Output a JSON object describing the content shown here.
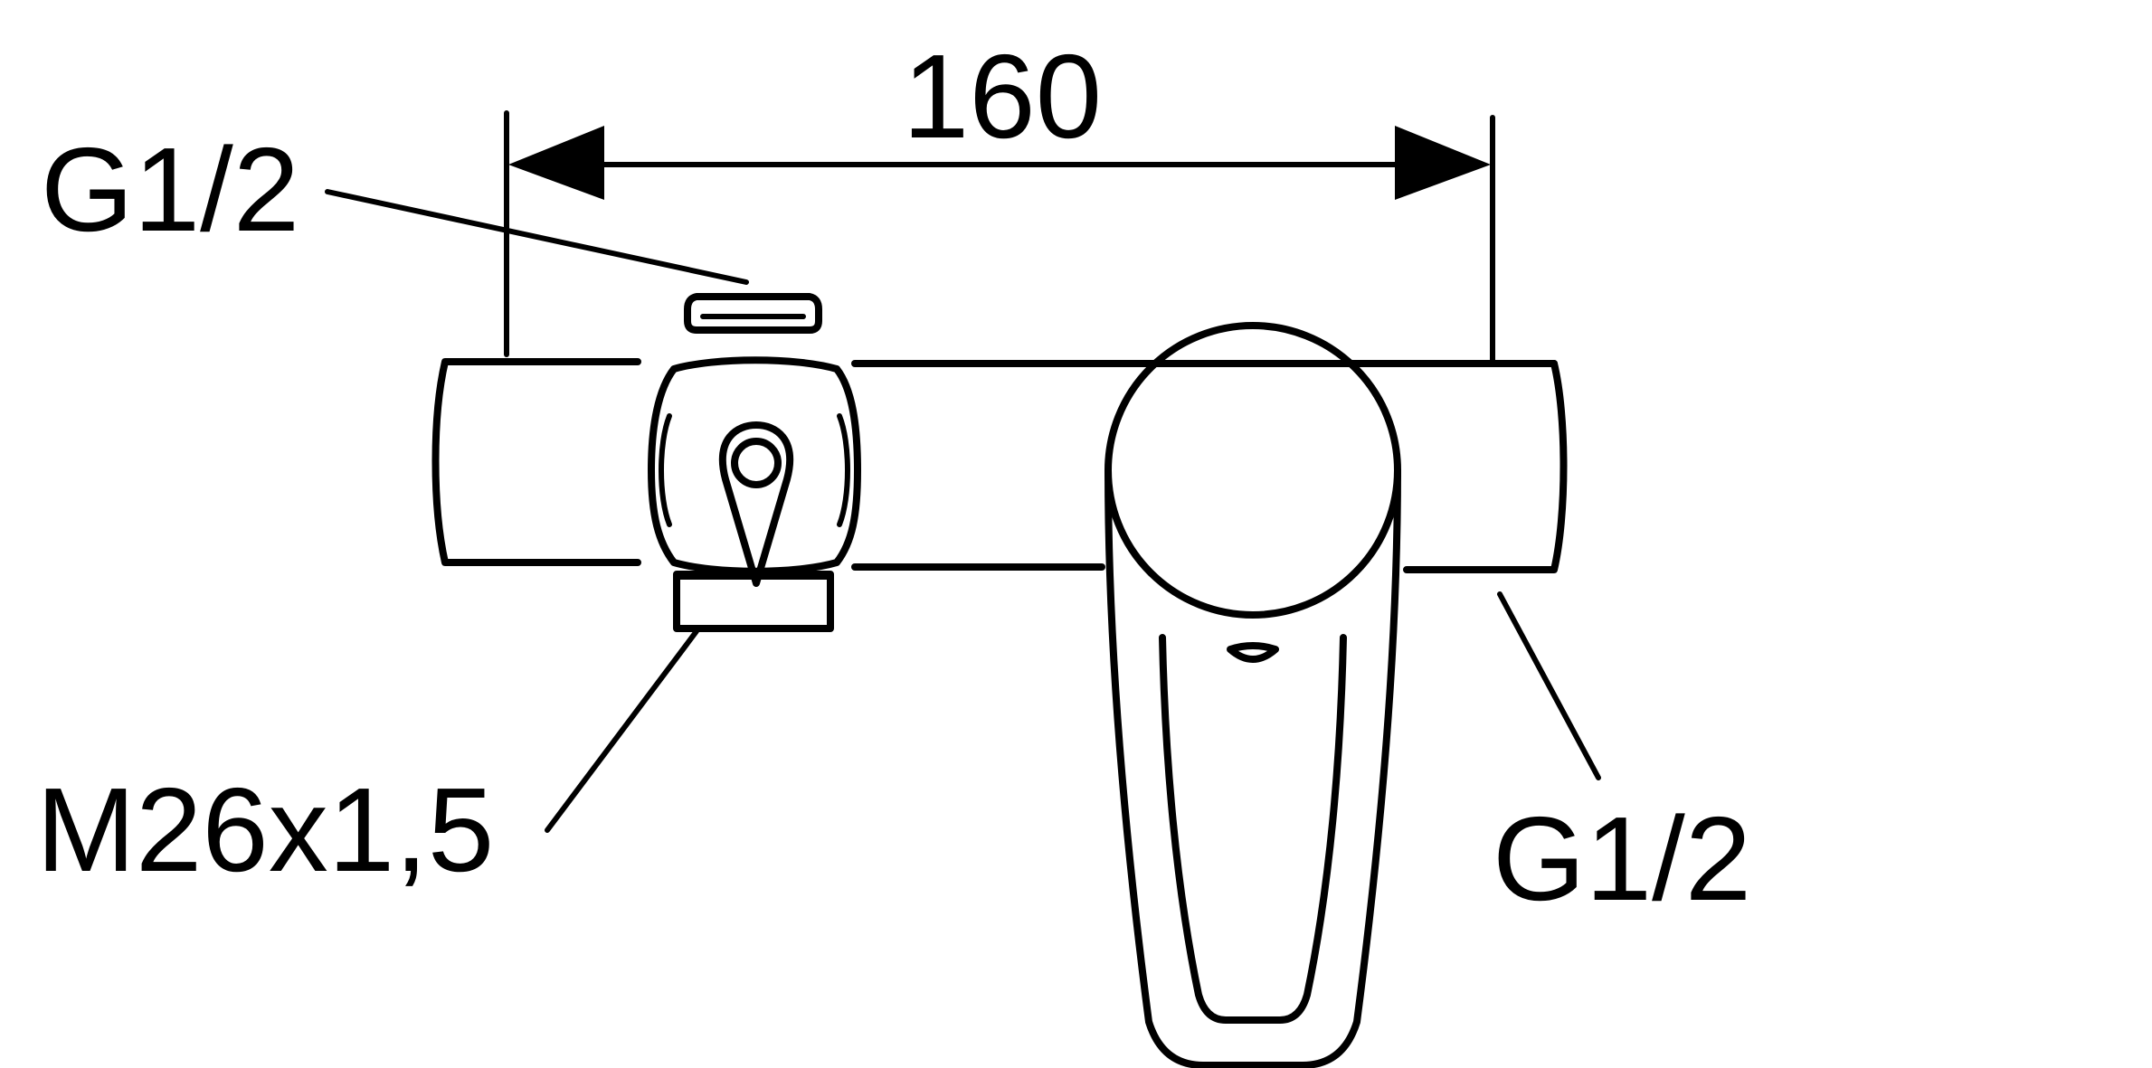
{
  "dimensions": {
    "width_label": "160"
  },
  "callouts": {
    "inlet_left": "G1/2",
    "inlet_right": "G1/2",
    "outlet_thread": "M26x1,5"
  },
  "colors": {
    "line": "#000000",
    "background": "#ffffff"
  }
}
